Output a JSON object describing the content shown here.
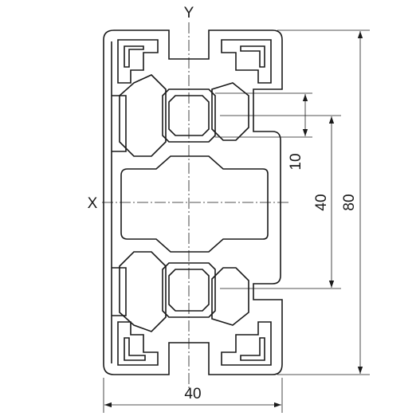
{
  "drawing": {
    "axis_x_label": "X",
    "axis_y_label": "Y",
    "dim_width": "40",
    "dim_height": "80",
    "dim_pitch": "40",
    "dim_slot": "10"
  },
  "colors": {
    "line": "#1a1a1a",
    "background": "#ffffff"
  }
}
